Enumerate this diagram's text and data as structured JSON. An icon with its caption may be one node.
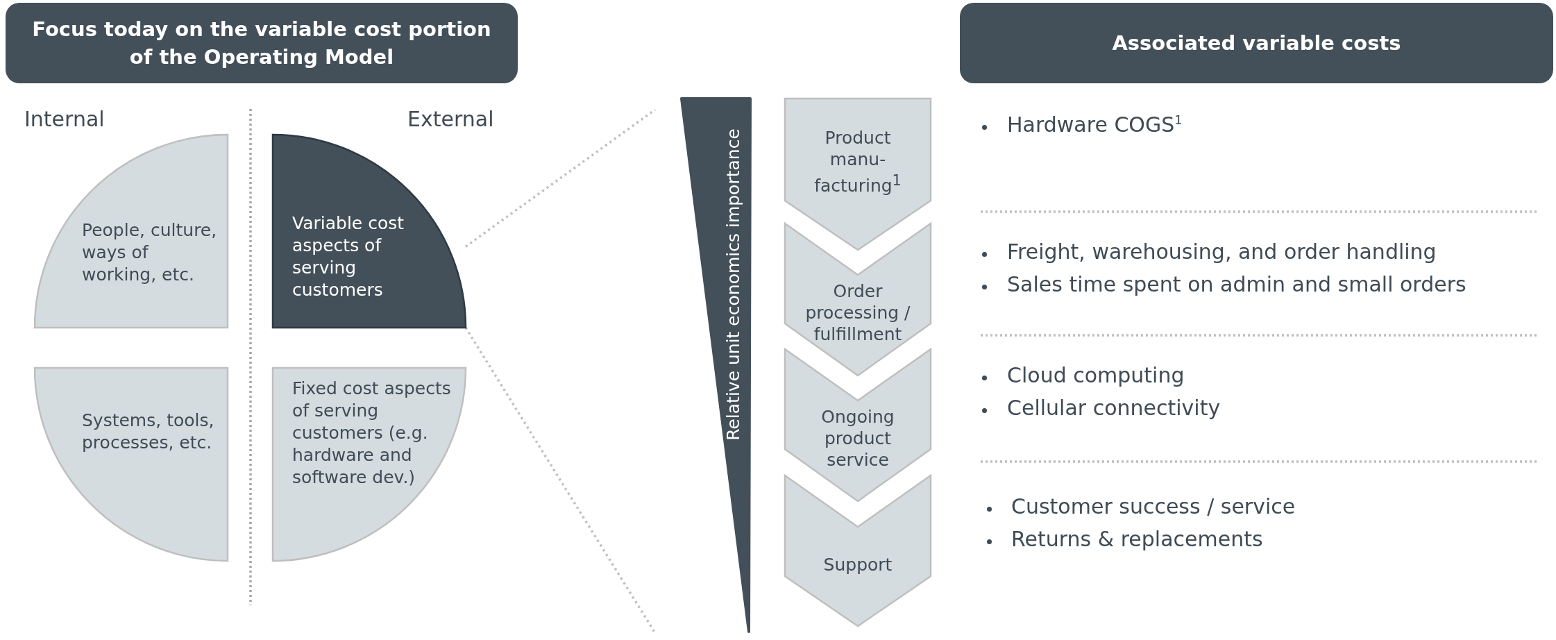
{
  "diagram": {
    "nodes": [
      {
        "text": [
          "Focus today on the variable cost portion of the Operating Model"
        ]
      },
      {
        "text": [
          "People, culture, ways of working, etc."
        ]
      },
      {
        "text": [
          "Variable cost aspects of serving customers"
        ]
      },
      {
        "text": [
          "Systems, tools, processes, etc."
        ]
      },
      {
        "text": [
          "Fixed cost aspects of serving customers (e.g. hardware and software dev.)"
        ]
      },
      {
        "text": [
          "Relative unit economics importance"
        ]
      },
      {
        "text": [
          "Product manu- facturing$^{1}$"
        ]
      },
      {
        "text": [
          "Order processing / fulfillment"
        ]
      },
      {
        "text": [
          "Ongoing product service"
        ]
      },
      {
        "text": [
          "Support"
        ]
      },
      {
        "text": [
          "Associated variable costs"
        ]
      }
    ],
    "edges": [
      {
        "from": 2,
        "to": null,
        "arrow": "none",
        "style": "dashed"
      },
      {
        "from": 2,
        "to": null,
        "arrow": "none",
        "style": "dashed"
      }
    ],
    "labels": [
      "Internal",
      "External",
      "Hardware COGS$^{1}$",
      "Freight, warehousing, and order handling",
      "Sales time spent on admin and small orders",
      "Cloud computing",
      "Cellular connectivity",
      "Customer success / service",
      "Returns & replacements"
    ]
  }
}
